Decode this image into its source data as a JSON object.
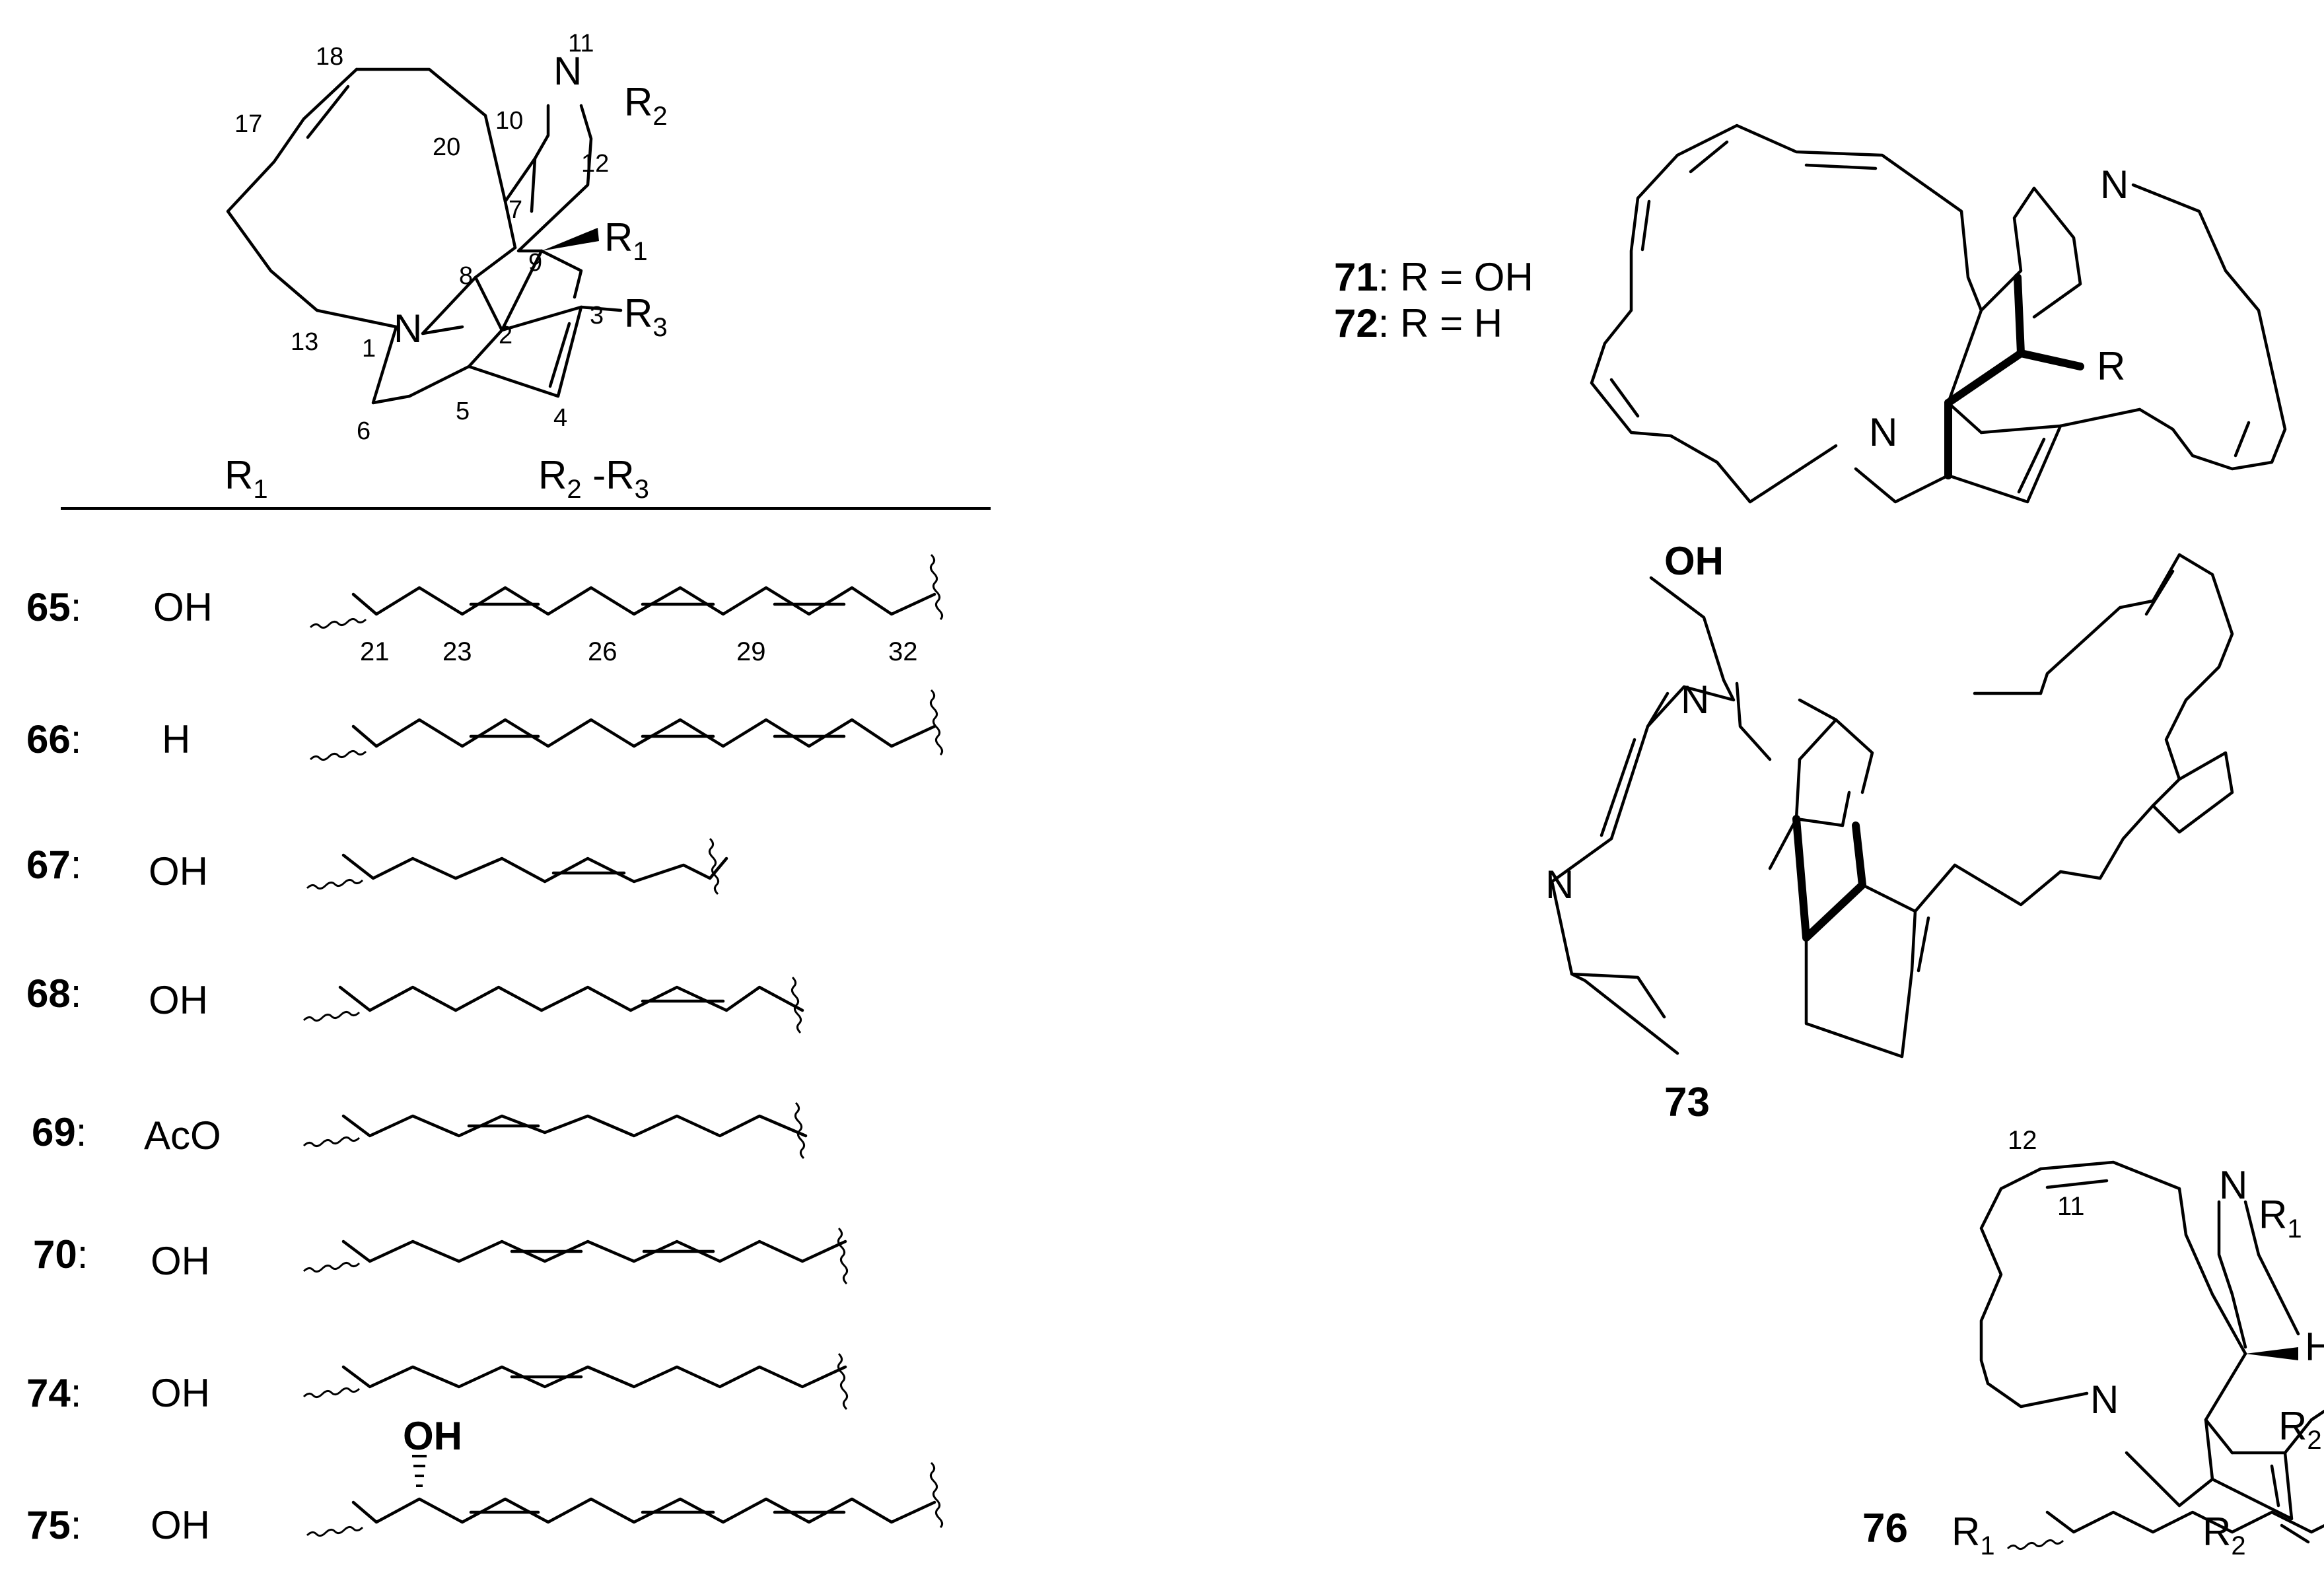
{
  "top": {
    "atoms": {
      "n11": "N",
      "n1": "N",
      "r2": "R",
      "r2sub": "2",
      "r1": "R",
      "r1sub": "1",
      "r3": "R",
      "r3sub": "3"
    },
    "numbers": [
      "18",
      "11",
      "17",
      "10",
      "20",
      "12",
      "7",
      "9",
      "8",
      "13",
      "1",
      "2",
      "3",
      "6",
      "5",
      "4"
    ],
    "head_r1": "R",
    "head_r1_sub": "1",
    "head_r2r3_a": "R",
    "head_r2r3_a_sub": "2",
    "head_r2r3_mid": " -R",
    "head_r2r3_b_sub": "3"
  },
  "rows": [
    {
      "num": "65",
      "r1": "OH"
    },
    {
      "num": "66",
      "r1": "H"
    },
    {
      "num": "67",
      "r1": "OH"
    },
    {
      "num": "68",
      "r1": "OH"
    },
    {
      "num": "69",
      "r1": "AcO"
    },
    {
      "num": "70",
      "r1": "OH"
    },
    {
      "num": "74",
      "r1": "OH"
    },
    {
      "num": "75",
      "r1": "OH"
    }
  ],
  "row65_numbers": [
    "21",
    "23",
    "26",
    "29",
    "32"
  ],
  "row75_oh": "OH",
  "s71": {
    "legend1_num": "71",
    "legend1_text": ": R = OH",
    "legend2_num": "72",
    "legend2_text": ": R = H",
    "n_top": "N",
    "n_low": "N",
    "r": "R"
  },
  "s73": {
    "label": "73",
    "oh": "OH",
    "n_top": "N",
    "n_low": "N"
  },
  "s76": {
    "label": "76",
    "n_top": "N",
    "r1": "R",
    "r1sub": "1",
    "n_low": "N",
    "h": "H",
    "r2": "R",
    "r2sub": "2",
    "num12": "12",
    "num11": "11",
    "chain_r1": "R",
    "chain_r1_sub": "1",
    "chain_r2": "R",
    "chain_r2_sub": "2"
  }
}
